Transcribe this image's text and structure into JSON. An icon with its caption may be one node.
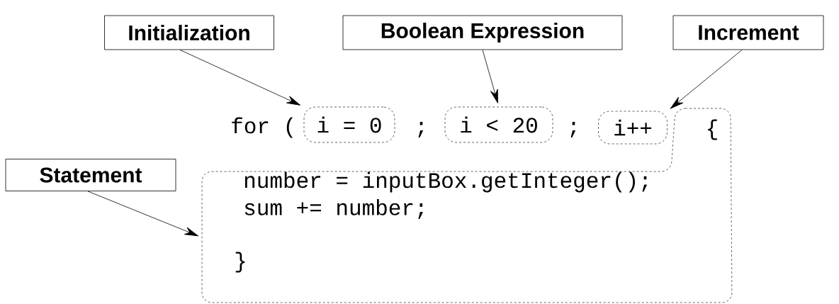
{
  "diagram": {
    "nodes": [
      {
        "text": [
          "Initialization"
        ]
      },
      {
        "text": [
          "Boolean Expression"
        ]
      },
      {
        "text": [
          "Increment"
        ]
      },
      {
        "text": [
          "Statement"
        ]
      },
      {
        "text": [
          "i = 0"
        ]
      },
      {
        "text": [
          "i < 20"
        ]
      },
      {
        "text": [
          "i++"
        ]
      },
      {
        "text": [
          "{",
          "number = inputBox.getInteger();",
          "sum += number;",
          "}"
        ]
      }
    ],
    "edges": [
      {
        "from": 0,
        "to": 4,
        "arrow": "to"
      },
      {
        "from": 1,
        "to": 5,
        "arrow": "to"
      },
      {
        "from": 2,
        "to": 6,
        "arrow": "to"
      },
      {
        "from": 3,
        "to": 7,
        "arrow": "to"
      }
    ],
    "labels": [
      "for (",
      ";",
      ";"
    ]
  }
}
